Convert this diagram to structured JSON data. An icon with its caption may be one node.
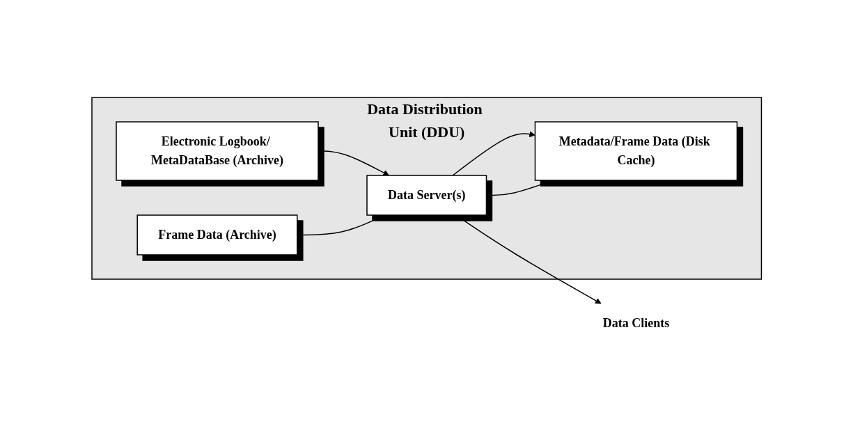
{
  "diagram": {
    "nodes": [
      {
        "text": [
          "Data Distribution Unit (DDU)"
        ]
      },
      {
        "text": [
          "Electronic Logbook/ MetaDataBase (Archive)"
        ],
        "in": 0
      },
      {
        "text": [
          "Data Server(s)"
        ],
        "in": 0
      },
      {
        "text": [
          "Frame Data (Archive)"
        ],
        "in": 0
      },
      {
        "text": [
          "Metadata/Frame Data (Disk Cache)"
        ],
        "in": 0
      },
      {
        "text": [
          "Data Clients"
        ]
      }
    ],
    "edges": [
      {
        "from": 1,
        "to": 2,
        "arrow": "to"
      },
      {
        "from": 3,
        "to": 2,
        "arrow": "to"
      },
      {
        "from": 2,
        "to": 4,
        "arrow": "to"
      },
      {
        "from": 4,
        "to": 2,
        "arrow": "to"
      },
      {
        "from": 2,
        "to": 5,
        "arrow": "to"
      }
    ]
  }
}
